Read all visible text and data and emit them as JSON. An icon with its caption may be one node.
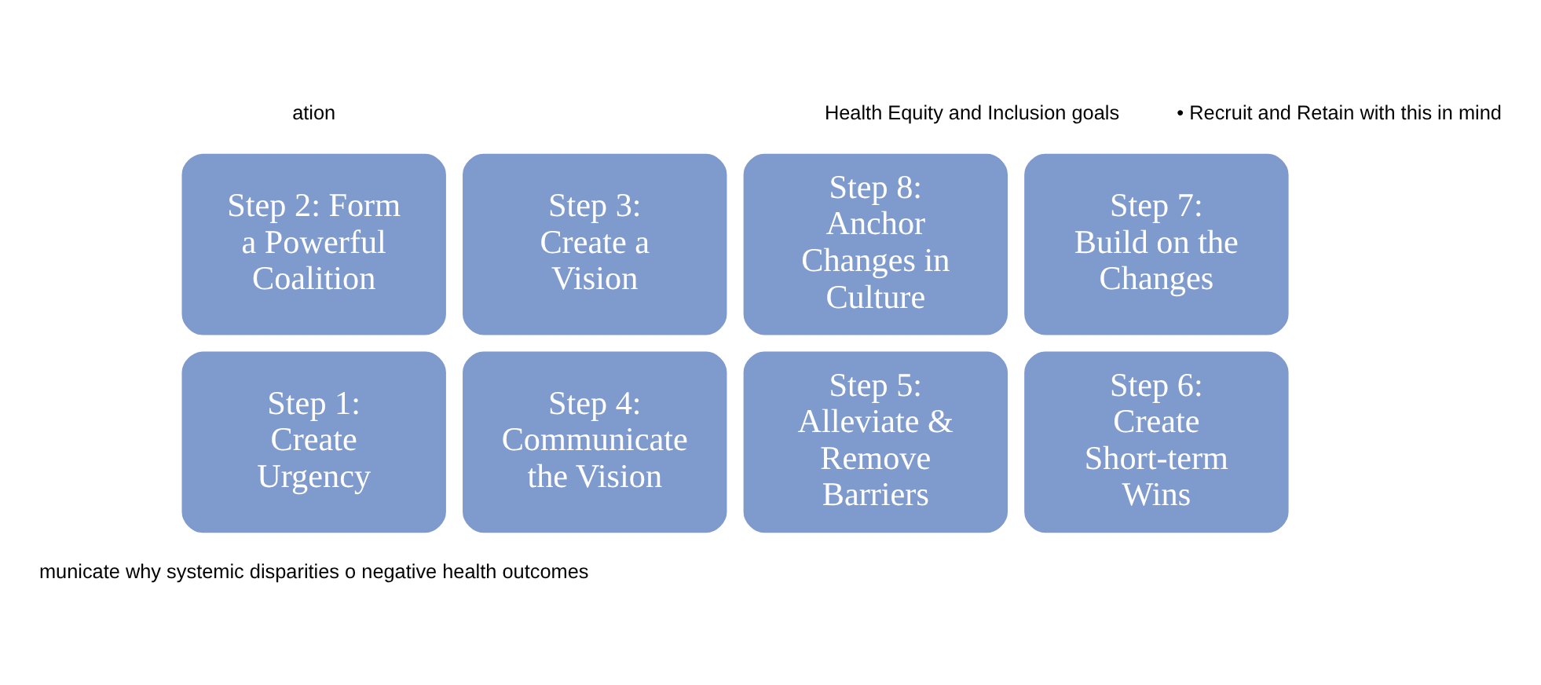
{
  "diagram": {
    "nodes": [
      {
        "text": [
          "Step 1: Create Urgency"
        ]
      },
      {
        "text": [
          "Step 2: Form a Powerful Coalition"
        ]
      },
      {
        "text": [
          "Step 3: Create a Vision"
        ]
      },
      {
        "text": [
          "Step 4: Communicate the Vision"
        ]
      },
      {
        "text": [
          "Step 5: Alleviate & Remove Barriers"
        ]
      },
      {
        "text": [
          "Step 6: Create Short-term Wins"
        ]
      },
      {
        "text": [
          "Step 7: Build on the Changes"
        ]
      },
      {
        "text": [
          "Step 8: Anchor Changes in Culture"
        ]
      }
    ],
    "edges": [],
    "labels": [
      "ation",
      "Health Equity and Inclusion goals",
      "• Recruit and Retain with this in mind",
      "municate why systemic disparities o negative health outcomes"
    ]
  }
}
